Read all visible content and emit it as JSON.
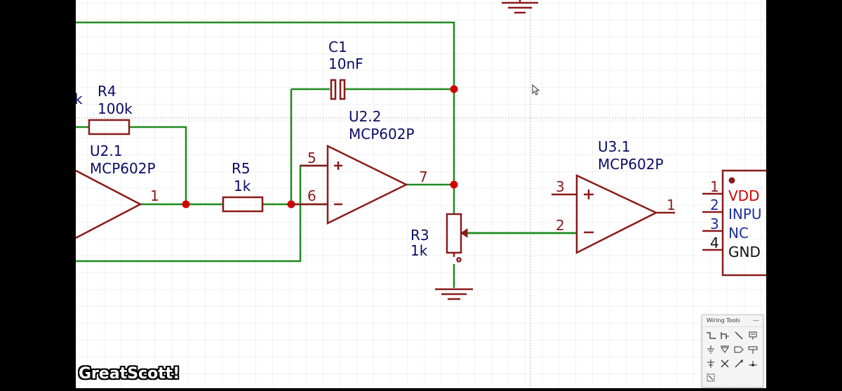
{
  "colors": {
    "wire": "#1e8a1e",
    "component": "#8b1a1a",
    "junction": "#d30000",
    "label_text": "#0b0b66",
    "pin_number": "#8b1a1a",
    "canvas": "#ffffff",
    "grid": "#e6e6e6"
  },
  "components": {
    "c1": {
      "ref": "C1",
      "value": "10nF"
    },
    "r4": {
      "ref": "R4",
      "value": "100k",
      "clipped_left_label": "k"
    },
    "u2_1": {
      "ref": "U2.1",
      "value": "MCP602P",
      "pin_out": "1"
    },
    "r5": {
      "ref": "R5",
      "value": "1k"
    },
    "u2_2": {
      "ref": "U2.2",
      "value": "MCP602P",
      "pin_plus": "5",
      "pin_minus": "6",
      "pin_out": "7"
    },
    "r3": {
      "ref": "R3",
      "value": "1k"
    },
    "u3_1": {
      "ref": "U3.1",
      "value": "MCP602P",
      "pin_plus": "3",
      "pin_minus": "2",
      "pin_out": "1"
    },
    "ic": {
      "pins": [
        {
          "number": "1",
          "name": "VDD",
          "color": "#d30000"
        },
        {
          "number": "2",
          "name": "INPU",
          "color": "#1f2fa0"
        },
        {
          "number": "3",
          "name": "NC",
          "color": "#1f2fa0"
        },
        {
          "number": "4",
          "name": "GND",
          "color": "#111111"
        }
      ]
    }
  },
  "wiring_tools": {
    "title": "Wiring Tools",
    "minimize": "—",
    "tools": [
      "wire-icon",
      "bus-icon",
      "bus-entry-icon",
      "net-label-icon",
      "ground-icon",
      "power-icon",
      "port-icon",
      "net-flag-icon",
      "no-connect-flag-icon",
      "no-connect-icon",
      "probe-icon",
      "junction-icon",
      "select-icon"
    ]
  },
  "watermark": "GreatScott!"
}
